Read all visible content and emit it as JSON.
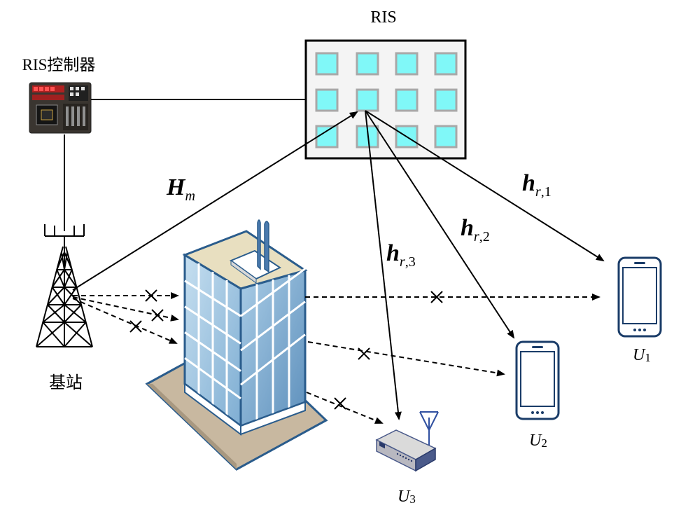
{
  "labels": {
    "ris": "RIS",
    "ris_controller": "RIS控制器",
    "base_station": "基站"
  },
  "channels": {
    "H": {
      "main": "H",
      "sub": "m"
    },
    "h1": {
      "main": "h",
      "sub": "r",
      "idx": ",1"
    },
    "h2": {
      "main": "h",
      "sub": "r",
      "idx": ",2"
    },
    "h3": {
      "main": "h",
      "sub": "r",
      "idx": ",3"
    }
  },
  "users": {
    "u1": {
      "main": "U",
      "sub": "1"
    },
    "u2": {
      "main": "U",
      "sub": "2"
    },
    "u3": {
      "main": "U",
      "sub": "3"
    }
  },
  "colors": {
    "ris_element": "#80F8F8",
    "ris_element_border": "#A8A8A8",
    "ris_panel": "#F4F4F4",
    "building_glass": "#9CC4E0",
    "building_frame": "#FFFFFF",
    "building_edge": "#2A5C8C",
    "building_roof": "#E8DFC0",
    "building_base": "#C8B8A0",
    "phone_outline": "#1A3C68",
    "router_body": "#4A5A8A"
  },
  "icons": {
    "controller": "circuit-board-icon",
    "tower": "cell-tower-icon",
    "building": "office-building-icon",
    "phone": "smartphone-icon",
    "router": "wifi-router-icon",
    "blocked": "cross-icon"
  }
}
